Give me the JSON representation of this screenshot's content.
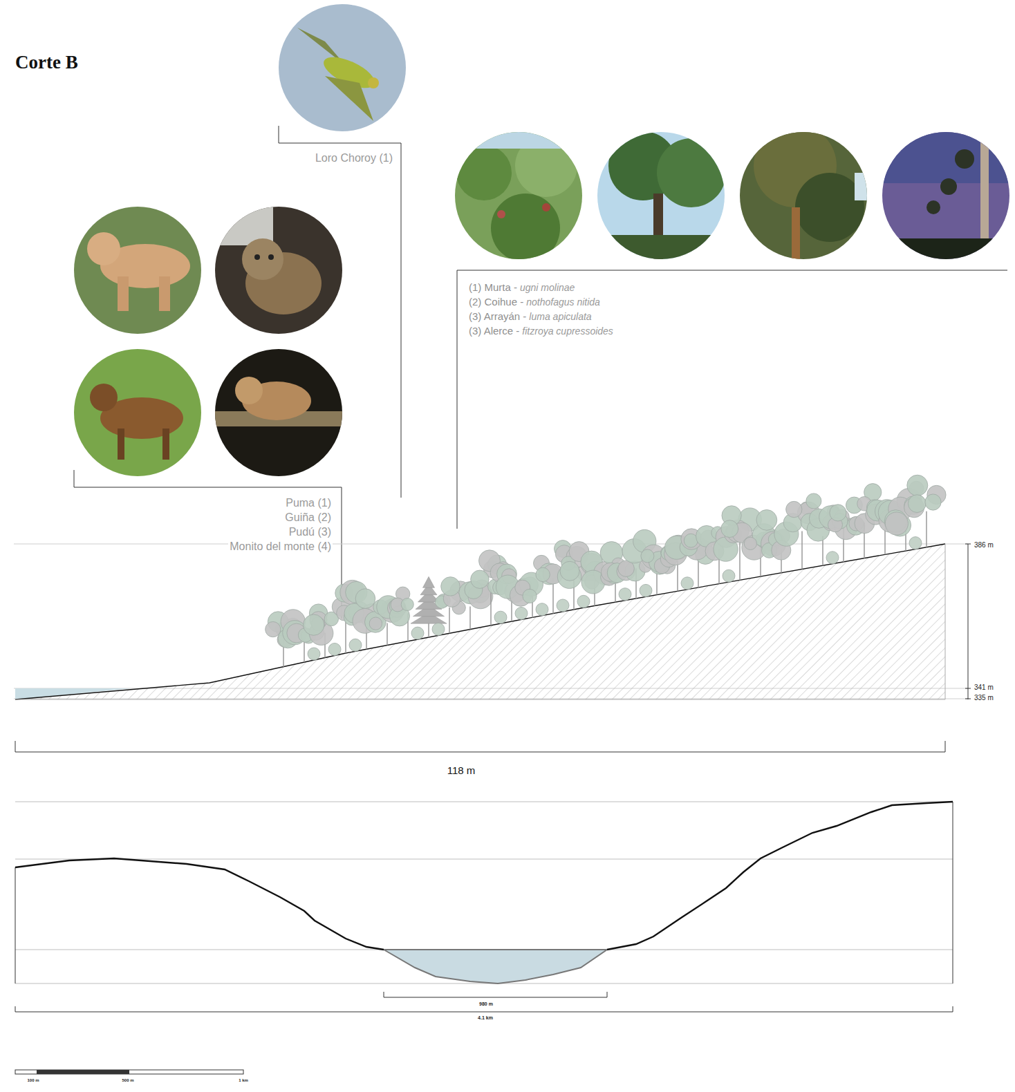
{
  "diagram": {
    "title": "Corte B",
    "labels": [
      "Loro Choroy (1)",
      "Puma (1)",
      "Guiña (2)",
      "Pudú (3)",
      "Monito del monte (4)",
      "(1) Murta -",
      "ugni molinae",
      "(2) Coihue -",
      "nothofagus nitida",
      "(3) Arrayán -",
      "luma apiculata",
      "(3) Alerce -",
      "fitzroya cupressoides",
      "386 m",
      "341 m",
      "335 m",
      "118 m",
      "980 m",
      "4.1 km",
      "100 m",
      "500 m",
      "1 km"
    ]
  }
}
